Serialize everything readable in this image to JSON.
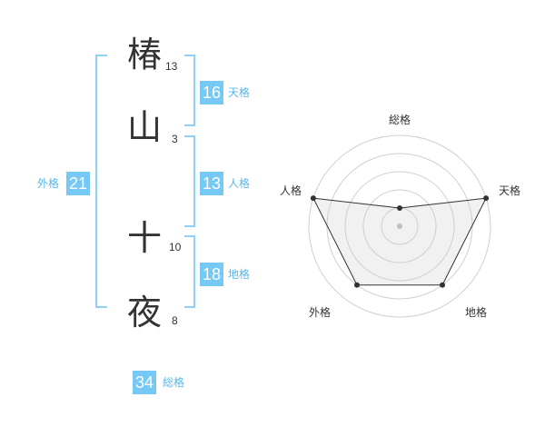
{
  "name_chars": [
    {
      "char": "椿",
      "strokes": "13"
    },
    {
      "char": "山",
      "strokes": "3"
    },
    {
      "char": "十",
      "strokes": "10"
    },
    {
      "char": "夜",
      "strokes": "8"
    }
  ],
  "fortune": {
    "tenkaku": {
      "value": "16",
      "label": "天格"
    },
    "jinkaku": {
      "value": "13",
      "label": "人格"
    },
    "chikaku": {
      "value": "18",
      "label": "地格"
    },
    "gaikaku": {
      "value": "21",
      "label": "外格"
    },
    "soukaku": {
      "value": "34",
      "label": "総格"
    }
  },
  "colors": {
    "accent": "#76c8f5",
    "label": "#58b7ea",
    "bracket": "#8dd2f7"
  },
  "chart_data": {
    "type": "radar",
    "axes": [
      "総格",
      "天格",
      "地格",
      "外格",
      "人格"
    ],
    "scale_max": 5,
    "rings": 5,
    "values": [
      1,
      5,
      4,
      4,
      5
    ]
  }
}
